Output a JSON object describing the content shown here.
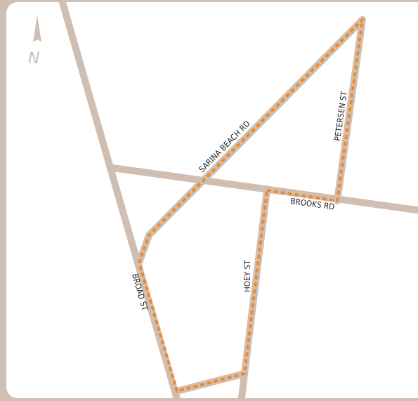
{
  "map": {
    "road_color": "#d0beb2",
    "route_color": "#ed8b2c",
    "background_color": "#ffffff",
    "north_indicator": {
      "label": "N",
      "icon": "north-arrow-icon"
    },
    "streets": [
      {
        "id": "broad-st",
        "label": "BROAD ST"
      },
      {
        "id": "sarina-beach-rd",
        "label": "SARINA BEACH RD"
      },
      {
        "id": "petersen-st",
        "label": "PETERSEN ST"
      },
      {
        "id": "brooks-rd",
        "label": "BROOKS RD"
      },
      {
        "id": "hoey-st",
        "label": "HOEY ST"
      }
    ]
  }
}
